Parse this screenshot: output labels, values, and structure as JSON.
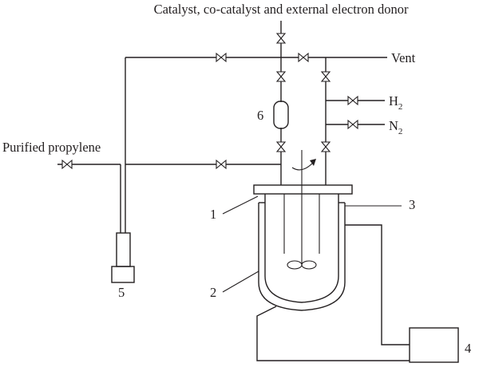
{
  "labels": {
    "top_feed": "Catalyst, co-catalyst and external electron donor",
    "vent": "Vent",
    "h2_main": "H",
    "h2_sub": "2",
    "n2_main": "N",
    "n2_sub": "2",
    "feed": "Purified propylene",
    "num_1": "1",
    "num_2": "2",
    "num_3": "3",
    "num_4": "4",
    "num_5": "5",
    "num_6": "6"
  }
}
